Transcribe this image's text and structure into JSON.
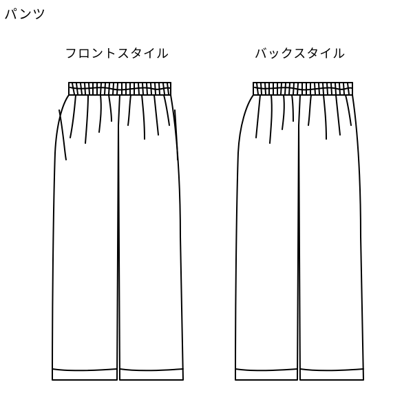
{
  "page_title": "パンツ",
  "figures": {
    "front": {
      "caption": "フロントスタイル",
      "icon": "pants-front-icon"
    },
    "back": {
      "caption": "バックスタイル",
      "icon": "pants-back-icon"
    }
  },
  "colors": {
    "line": "#000000",
    "background": "#ffffff"
  }
}
